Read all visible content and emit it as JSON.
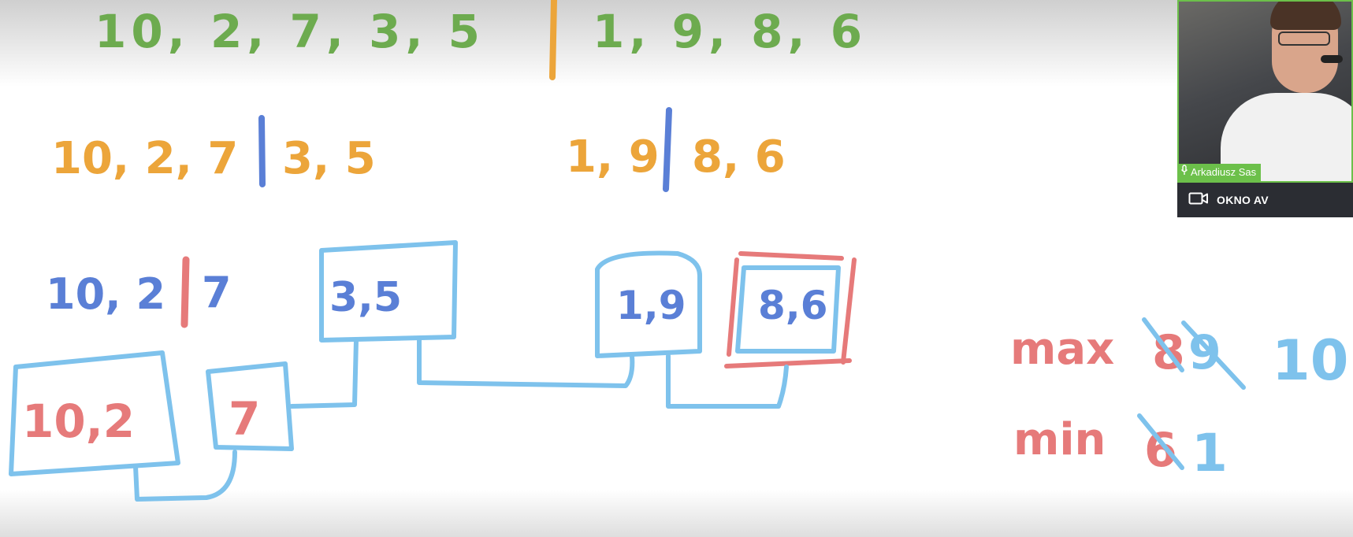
{
  "whiteboard": {
    "row1": {
      "left": "10, 2, 7, 3, 5",
      "right": "1, 9, 8, 6"
    },
    "row2": {
      "group_a_left": "10, 2, 7",
      "group_a_right": "3, 5",
      "group_b_left": "1, 9",
      "group_b_right": "8, 6"
    },
    "row3": {
      "pair_left": "10, 2",
      "pair_right": "7",
      "box_3_5": "3,5",
      "box_1_9": "1,9",
      "box_8_6": "8,6"
    },
    "row4": {
      "box_10_2": "10,2",
      "box_7": "7"
    },
    "minmax": {
      "max_label": "max",
      "max_crossed_1": "8",
      "max_crossed_2": "9",
      "max_value": "10",
      "min_label": "min",
      "min_crossed": "6",
      "min_value": "1"
    }
  },
  "webcam": {
    "participant_name": "Arkadiusz Sas",
    "bar_label": "OKNO AV",
    "mic_icon": "microphone-icon",
    "camera_icon": "video-camera-icon",
    "accent": "#6cc04a"
  },
  "colors": {
    "green_ink": "#6dab4f",
    "orange_ink": "#eca53a",
    "blue_ink": "#5a7fd6",
    "light_blue_ink": "#7ec2ec",
    "red_ink": "#e67a7a"
  }
}
